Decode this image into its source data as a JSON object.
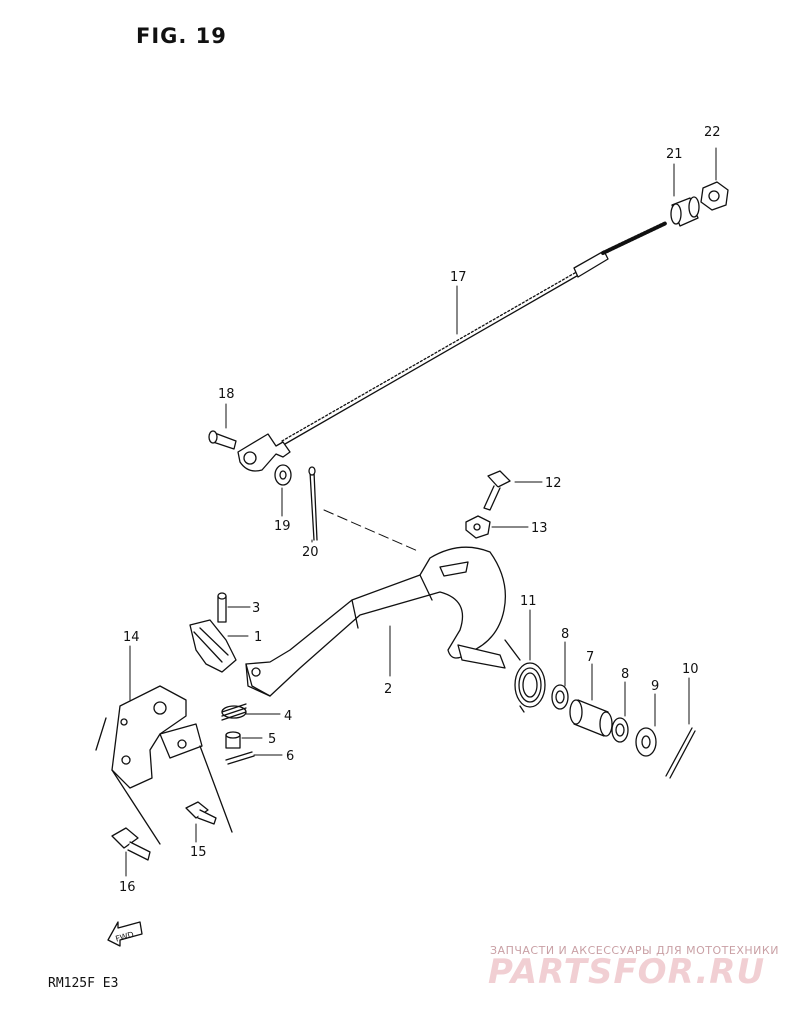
{
  "figure": {
    "title": "FIG. 19",
    "model": "RM125F  E3",
    "fwd_label": "FWD"
  },
  "watermark": {
    "text": "ЗАПЧАСТИ И АКСЕССУАРЫ ДЛЯ МОТОТЕХНИКИ",
    "logo": "PARTSFOR.RU",
    "color": "#e8a9b0"
  },
  "callouts": [
    "1",
    "2",
    "3",
    "4",
    "5",
    "6",
    "7",
    "8",
    "8",
    "9",
    "10",
    "11",
    "12",
    "13",
    "14",
    "15",
    "16",
    "17",
    "18",
    "19",
    "20",
    "21",
    "22"
  ]
}
